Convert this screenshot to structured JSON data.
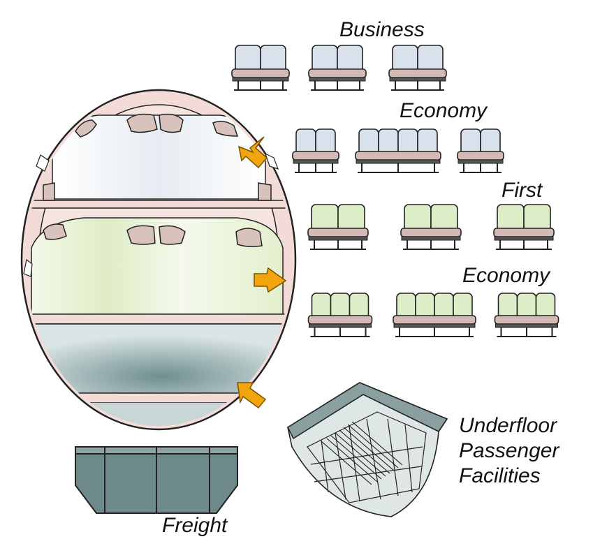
{
  "labels": {
    "business": "Business",
    "economy_upper": "Economy",
    "first": "First",
    "economy_main": "Economy",
    "underfloor_line1": "Underfloor",
    "underfloor_line2": "Passenger",
    "underfloor_line3": "Facilities",
    "freight": "Freight"
  },
  "seat_rows": [
    {
      "cabin": "Business",
      "groups": [
        2,
        2,
        2
      ],
      "color": "#d9e1ec"
    },
    {
      "cabin": "Economy",
      "groups": [
        2,
        4,
        2
      ],
      "color": "#d9e1ec"
    },
    {
      "cabin": "First",
      "groups": [
        2,
        2,
        2
      ],
      "color": "#dcedc8"
    },
    {
      "cabin": "Economy",
      "groups": [
        3,
        4,
        3
      ],
      "color": "#dcedc8"
    }
  ],
  "colors": {
    "fuselage_ring": "#f3dcd8",
    "upper_deck": "#eef2f6",
    "main_deck": "#e8f2d4",
    "lower_deck": "#9fb3b3",
    "freight_container": "#6f8a8a",
    "arrow": "#f2a50c",
    "outline": "#222222"
  },
  "icons": [
    "door-arrow-icon",
    "seat-icon",
    "overhead-bin-icon"
  ]
}
